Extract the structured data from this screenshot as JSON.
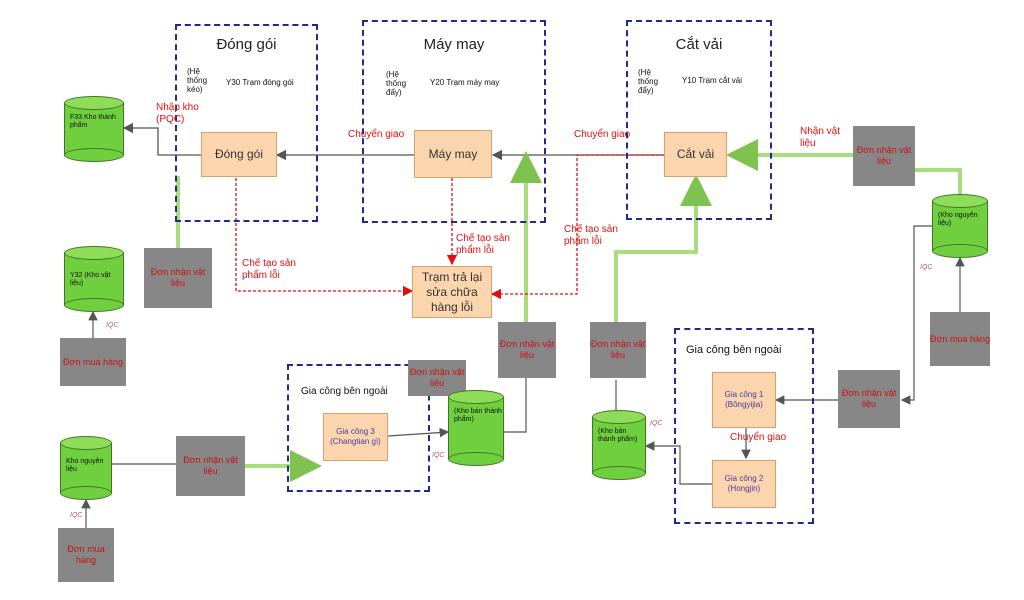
{
  "stations": {
    "pack": {
      "title": "Đóng gói",
      "system": "(Hệ thống kéo)",
      "station": "Y30 Trạm đóng gói",
      "process": "Đóng gói"
    },
    "sew": {
      "title": "Máy may",
      "system": "(Hệ thống đẩy)",
      "station": "Y20 Trạm máy may",
      "process": "Máy may"
    },
    "cut": {
      "title": "Cắt vải",
      "system": "(Hệ thống đẩy)",
      "station": "Y10 Trạm cắt vải",
      "process": "Cắt vải"
    }
  },
  "repair": "Trạm trả lại sửa chữa hàng lỗi",
  "warehouses": {
    "f33": "F33 Kho thành phẩm",
    "y32": "Y32 (Kho vật liệu)",
    "raw_right": "(Kho nguyên liệu)",
    "raw_left": "Kho nguyên liệu",
    "semi_mid": "(Kho bán thành phẩm)",
    "semi_right": "(Kho bán thành phẩm)"
  },
  "outsource": {
    "left": {
      "title": "Gia công bên ngoài",
      "p3": "Gia công 3 (Changtian gì)"
    },
    "right": {
      "title": "Gia công bên ngoài",
      "p1": "Gia công 1 (Bôngyijia)",
      "p2": "Gia công 2 (Hongjin)",
      "transfer": "Chuyển giao"
    }
  },
  "orders": {
    "receive": "Đơn nhận vật liệu",
    "purchase": "Đơn mua hàng"
  },
  "labels": {
    "inbound": "Nhập kho (PQC)",
    "transfer": "Chuyển giao",
    "receive_material": "Nhận vật liệu",
    "defect": "Chế tạo sản phẩm lỗi",
    "iqc": "IQC"
  }
}
